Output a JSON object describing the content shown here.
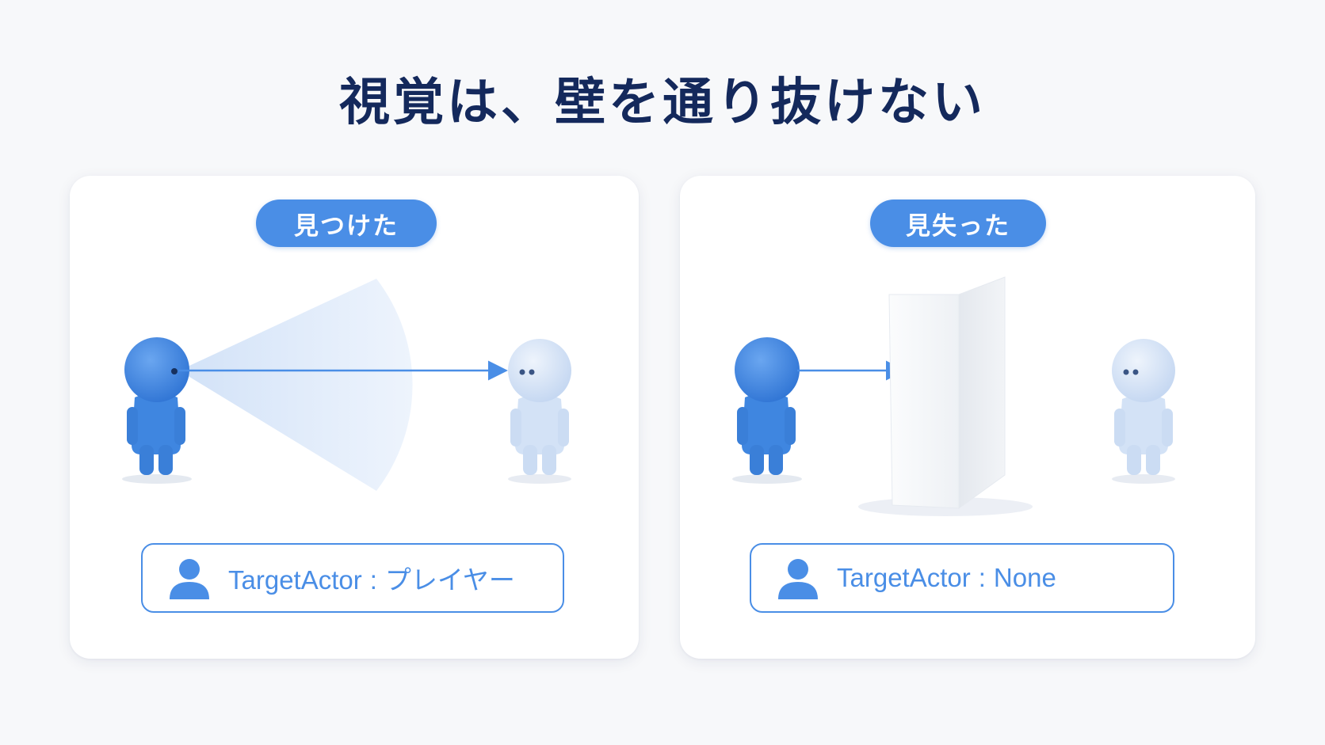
{
  "title": "視覚は、壁を通り抜けない",
  "panels": [
    {
      "badge": "見つけた",
      "status": {
        "key": "TargetActor",
        "separator": ":",
        "value": "プレイヤー"
      }
    },
    {
      "badge": "見失った",
      "status": {
        "key": "TargetActor",
        "separator": ":",
        "value": "None"
      }
    }
  ],
  "colors": {
    "accent": "#4a8ee6",
    "title": "#14295c",
    "observer": "#3f86e0",
    "target": "#d3e2f6",
    "vision_cone": "#e3eefb",
    "wall": "#f4f6f9"
  },
  "icons": [
    "user-icon",
    "arrow-icon"
  ]
}
